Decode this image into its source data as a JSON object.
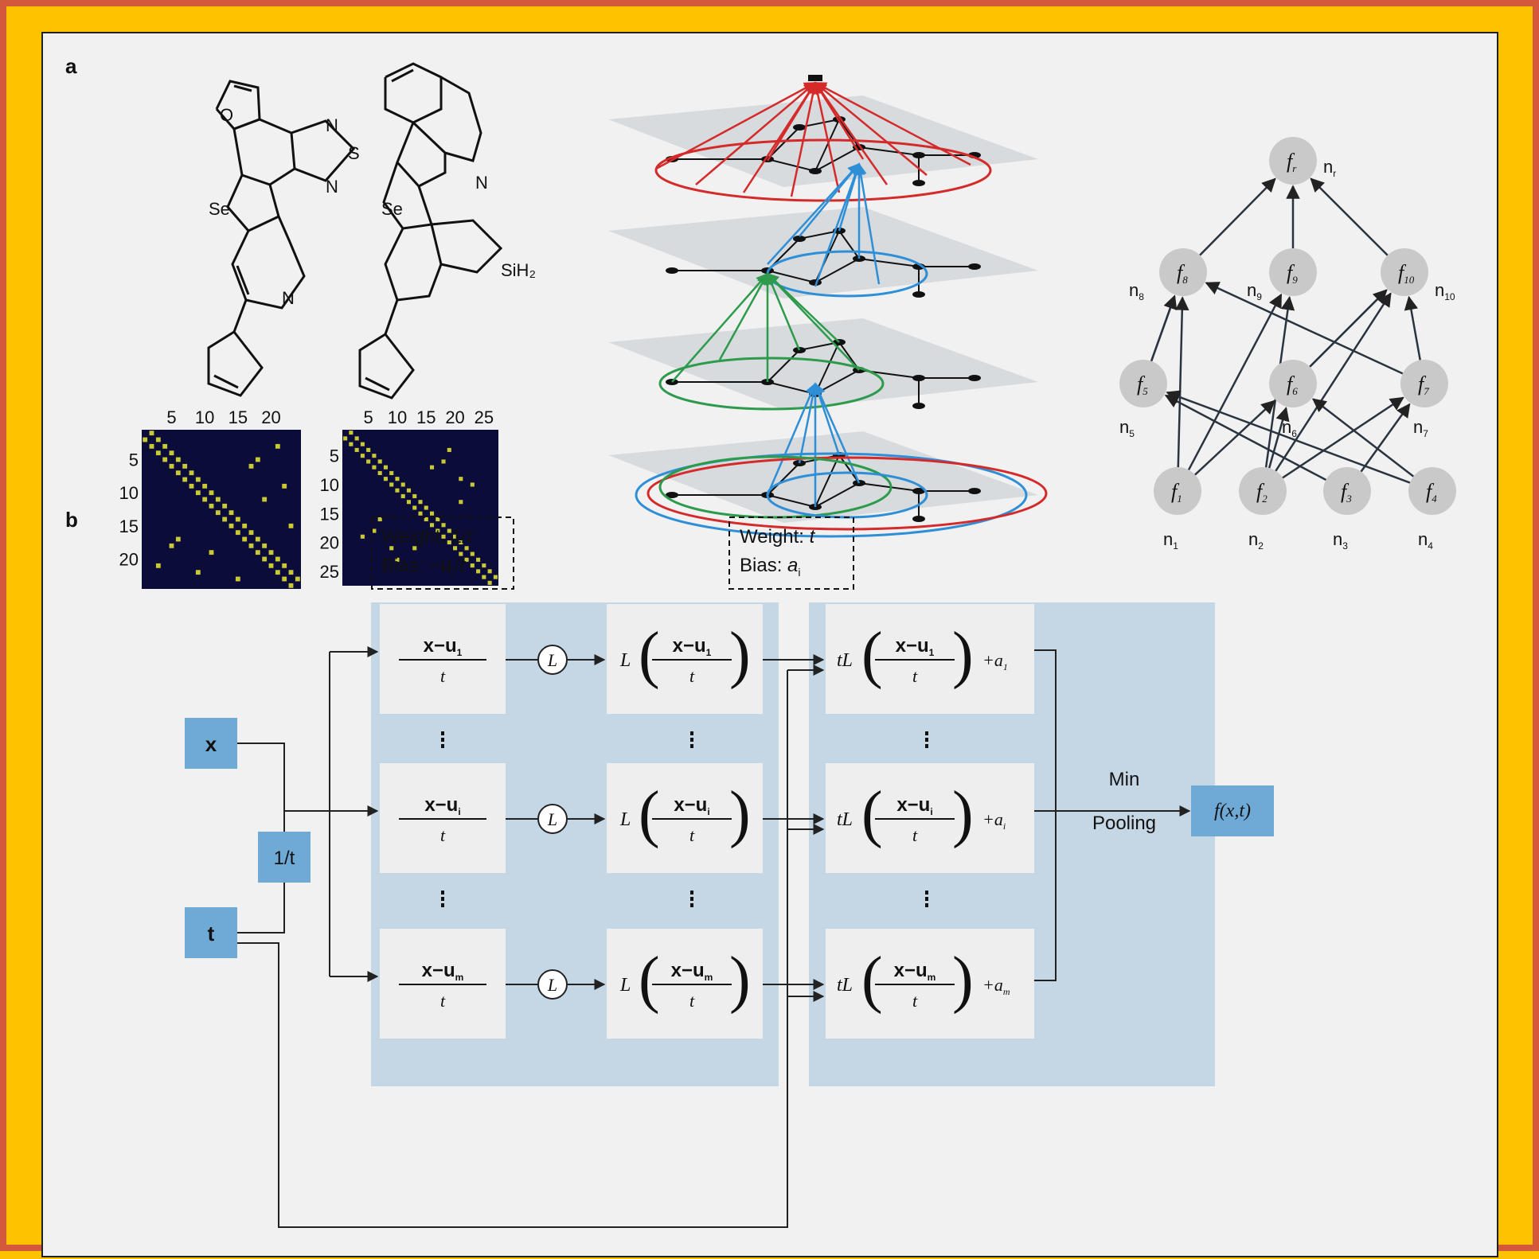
{
  "panel_a": {
    "label": "a",
    "molecule1": {
      "atoms": [
        "O",
        "N",
        "S",
        "N",
        "Se",
        "N"
      ]
    },
    "molecule2": {
      "atoms": [
        "N",
        "Se",
        "SiH₂"
      ]
    },
    "matrix1": {
      "top_ticks": [
        "5",
        "10",
        "15",
        "20"
      ],
      "left_ticks": [
        "5",
        "10",
        "15",
        "20"
      ],
      "size": 24
    },
    "matrix2": {
      "top_ticks": [
        "5",
        "10",
        "15",
        "20",
        "25"
      ],
      "left_ticks": [
        "5",
        "10",
        "15",
        "20",
        "25"
      ],
      "size": 27
    },
    "tree": {
      "nodes": [
        {
          "id": "r",
          "f": "f",
          "fsub": "r",
          "n": "n",
          "nsub": "r"
        },
        {
          "id": "8",
          "f": "f",
          "fsub": "8",
          "n": "n",
          "nsub": "8"
        },
        {
          "id": "9",
          "f": "f",
          "fsub": "9",
          "n": "n",
          "nsub": "9"
        },
        {
          "id": "10",
          "f": "f",
          "fsub": "10",
          "n": "n",
          "nsub": "10"
        },
        {
          "id": "5",
          "f": "f",
          "fsub": "5",
          "n": "n",
          "nsub": "5"
        },
        {
          "id": "6",
          "f": "f",
          "fsub": "6",
          "n": "n",
          "nsub": "6"
        },
        {
          "id": "7",
          "f": "f",
          "fsub": "7",
          "n": "n",
          "nsub": "7"
        },
        {
          "id": "1",
          "f": "f",
          "fsub": "1",
          "n": "n",
          "nsub": "1"
        },
        {
          "id": "2",
          "f": "f",
          "fsub": "2",
          "n": "n",
          "nsub": "2"
        },
        {
          "id": "3",
          "f": "f",
          "fsub": "3",
          "n": "n",
          "nsub": "3"
        },
        {
          "id": "4",
          "f": "f",
          "fsub": "4",
          "n": "n",
          "nsub": "4"
        }
      ]
    }
  },
  "panel_b": {
    "label": "b",
    "annot1": {
      "line1": "Weight: 1/",
      "line1_it": "t",
      "line2": "Bias: −",
      "line2_b": "u",
      "line2_sub": "i",
      "line2_end": "/",
      "line2_it": "t"
    },
    "annot2": {
      "line1": "Weight: ",
      "line1_it": "t",
      "line2": "Bias: ",
      "line2_it": "a",
      "line2_sub": "i"
    },
    "inputs": {
      "x": "x",
      "t": "t",
      "inv_t": "1/t"
    },
    "rows": [
      {
        "sub": "1"
      },
      {
        "sub": "i"
      },
      {
        "sub": "m"
      }
    ],
    "L": "L",
    "frac_num": "x−u",
    "frac_den": "t",
    "tL": "tL",
    "plus_a": "+a",
    "pool_line1": "Min",
    "pool_line2": "Pooling",
    "output": "f(x,t)"
  },
  "colors": {
    "background": "#ffc200",
    "border": "#d4583c",
    "figure_bg": "#f1f1f1",
    "blue_box": "#6fa9d6",
    "panel_blue": "#c5d6e5",
    "cell": "#eeeeee",
    "red": "#d42a2a",
    "blue": "#2f8fd6",
    "green": "#2d9a4c",
    "node": "#c9c9c9",
    "matrix_bg": "#0c0c3a",
    "matrix_dot": "#c9c934"
  }
}
